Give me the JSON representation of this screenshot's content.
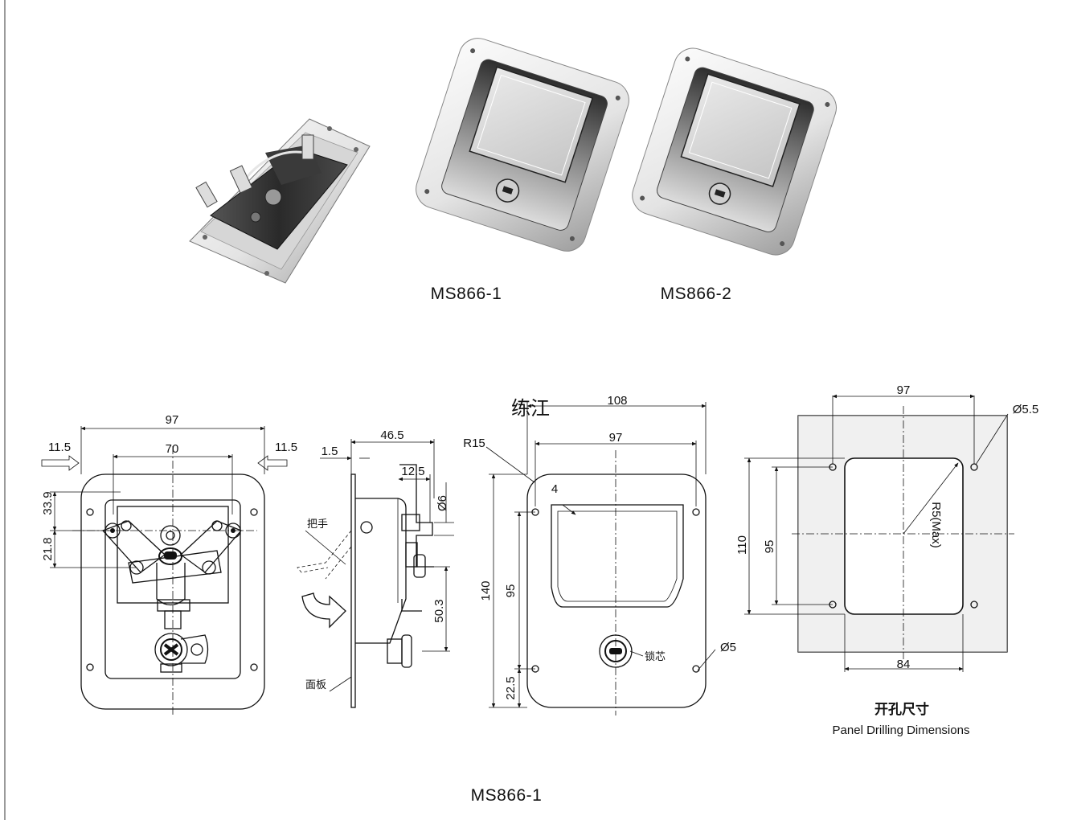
{
  "colors": {
    "line": "#111111",
    "metal_light": "#f1f1f1",
    "metal_mid": "#bdbdbd",
    "metal_dark": "#3a3a3a",
    "panel_gray": "#d8d8d8"
  },
  "products": {
    "caption_1": "MS866-1",
    "caption_2": "MS866-2"
  },
  "front_view": {
    "dim_width": "97",
    "dim_inner": "70",
    "dim_left_margin": "11.5",
    "dim_right_margin": "11.5",
    "dim_v1": "33.9",
    "dim_v2": "21.8"
  },
  "side_view": {
    "dim_depth": "46.5",
    "dim_plate": "1.5",
    "dim_12_5": "12.5",
    "dim_hole": "Ø6",
    "dim_50_3": "50.3",
    "label_handle": "把手",
    "label_panel": "面板"
  },
  "back_view": {
    "watermark": "练江",
    "dim_overall": "108",
    "dim_inner": "97",
    "dim_radius": "R15",
    "dim_4": "4",
    "dim_height": "140",
    "dim_95": "95",
    "dim_22_5": "22.5",
    "dim_hole": "Ø5",
    "label_lock": "锁芯"
  },
  "drilling": {
    "dim_top": "97",
    "dim_hole": "Ø5.5",
    "dim_110": "110",
    "dim_95": "95",
    "dim_radius": "R5(Max)",
    "dim_84": "84",
    "title_cn": "开孔尺寸",
    "title_en": "Panel Drilling Dimensions"
  },
  "bottom_caption": "MS866-1"
}
